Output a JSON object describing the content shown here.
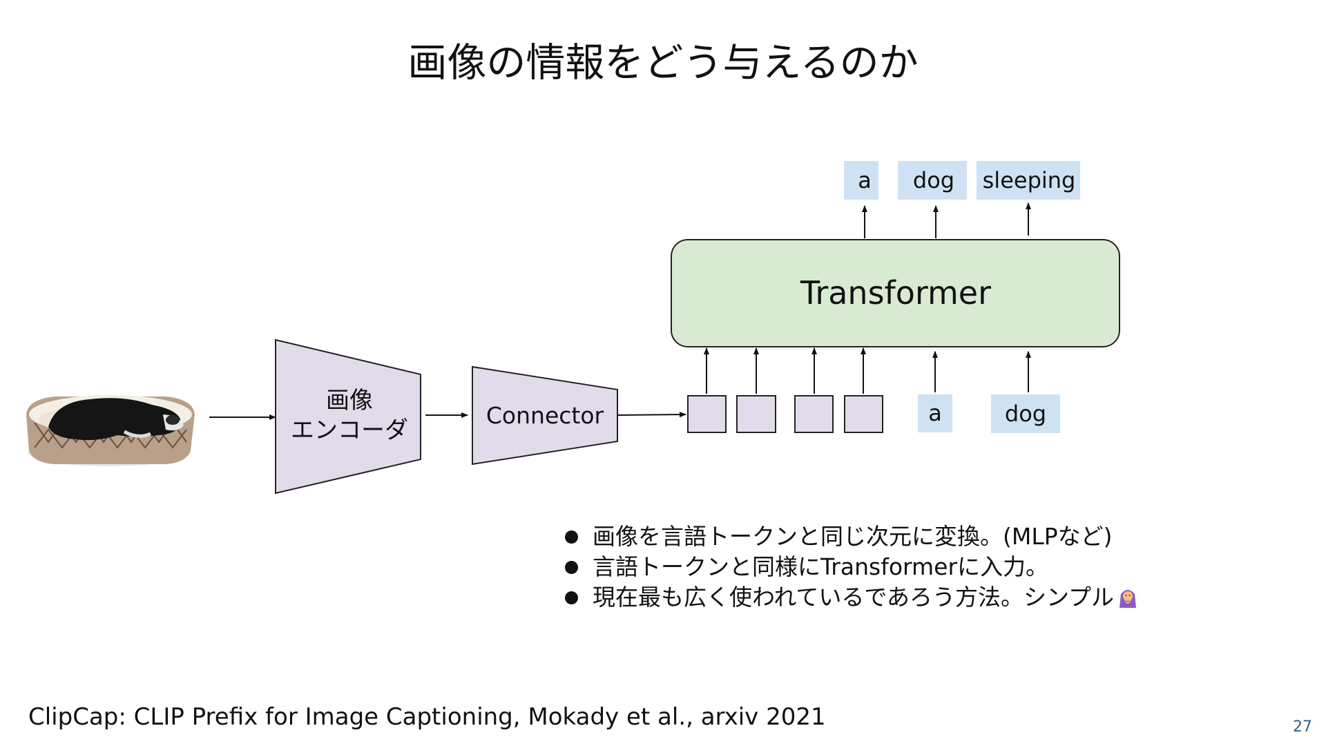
{
  "slide": {
    "title": "画像の情報をどう与えるのか",
    "page_number": "27",
    "citation": "ClipCap: CLIP Prefix for Image Captioning, Mokady et al., arxiv 2021"
  },
  "diagram": {
    "image_encoder_label": [
      "画像",
      "エンコーダ"
    ],
    "connector_label": "Connector",
    "transformer_label": "Transformer",
    "prefix_token_count": 4,
    "input_tokens": [
      "a",
      "dog"
    ],
    "output_tokens": [
      "a",
      "dog",
      "sleeping"
    ],
    "colors": {
      "encoder_fill": "#e2dcea",
      "transformer_fill": "#d9ead3",
      "token_fill": "#cfe2f3",
      "prefix_token_fill": "#e2dcea",
      "stroke": "#222222"
    }
  },
  "bullets": [
    "画像を言語トークンと同じ次元に変換。(MLPなど)",
    "言語トークンと同様にTransformerに入力。",
    "現在最も広く使われているであろう方法。シンプル"
  ],
  "emoji_icon": "mage-emoji-icon"
}
